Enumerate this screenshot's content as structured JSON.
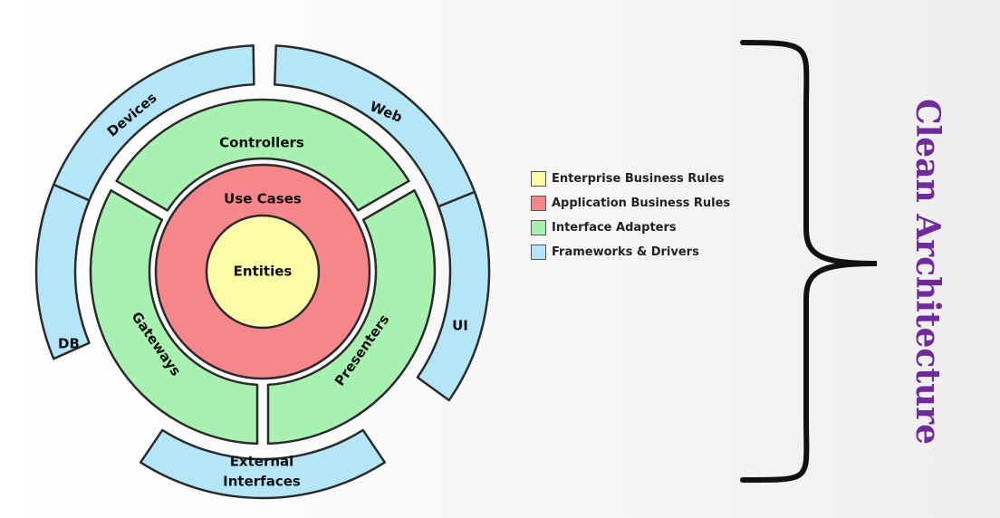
{
  "colors": {
    "entities": "#fdfaa8",
    "use_cases": "#f4868c",
    "adapters": "#a9f1b1",
    "frameworks": "#b4e6f7",
    "title": "#6f2a9c"
  },
  "diagram": {
    "core_label": "Entities",
    "ring2_label": "Use Cases",
    "ring3": {
      "top": "Controllers",
      "left": "Gateways",
      "right": "Presenters"
    },
    "ring4": {
      "top_left": "Devices",
      "top_right": "Web",
      "left": "DB",
      "right": "UI",
      "bottom_line1": "External",
      "bottom_line2": "Interfaces"
    }
  },
  "legend": [
    {
      "label": "Enterprise Business Rules",
      "color": "#fdfaa8"
    },
    {
      "label": "Application Business Rules",
      "color": "#f4868c"
    },
    {
      "label": "Interface Adapters",
      "color": "#a9f1b1"
    },
    {
      "label": "Frameworks & Drivers",
      "color": "#b4e6f7"
    }
  ],
  "title": "Clean Architecture"
}
